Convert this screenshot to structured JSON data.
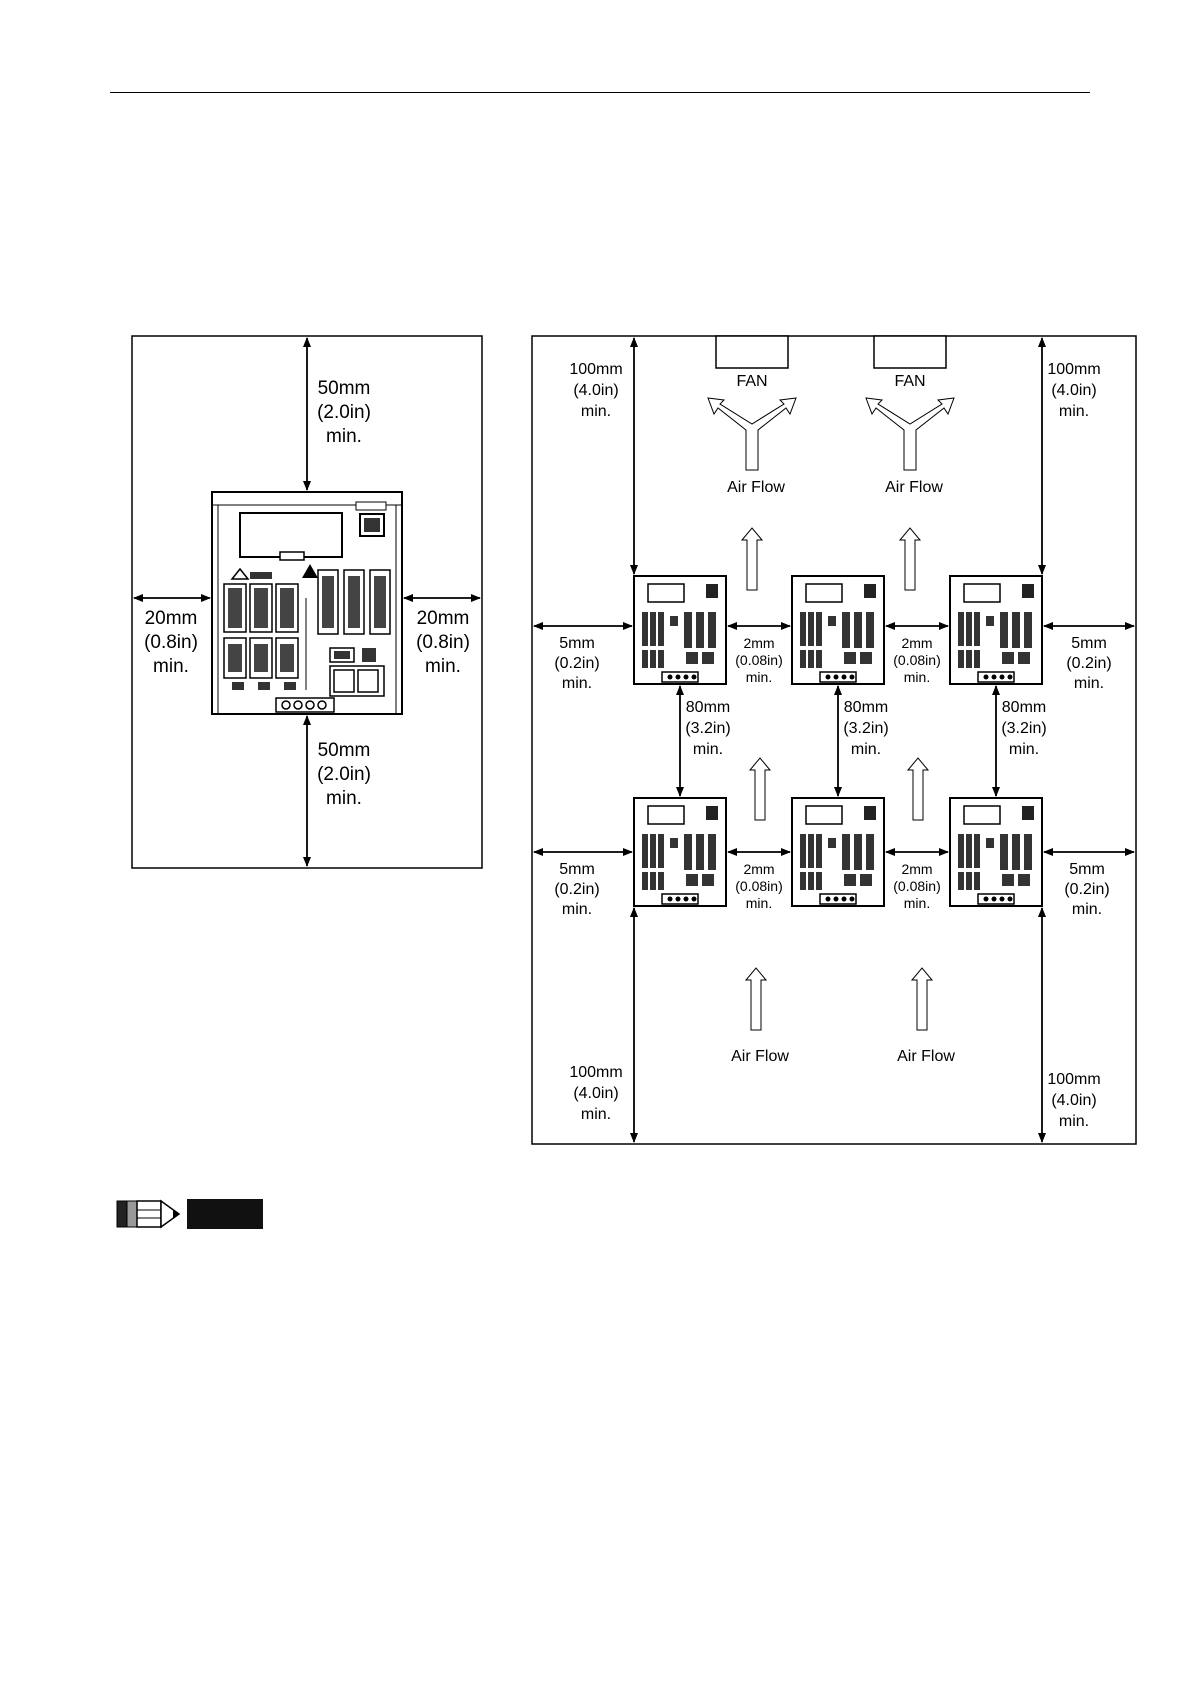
{
  "left_figure": {
    "top_clearance": [
      "50mm",
      "(2.0in)",
      "min."
    ],
    "bottom_clearance": [
      "50mm",
      "(2.0in)",
      "min."
    ],
    "left_clearance": [
      "20mm",
      "(0.8in)",
      "min."
    ],
    "right_clearance": [
      "20mm",
      "(0.8in)",
      "min."
    ]
  },
  "right_figure": {
    "fan_label": "FAN",
    "air_flow_label": "Air Flow",
    "top_left_clearance": [
      "100mm",
      "(4.0in)",
      "min."
    ],
    "top_right_clearance": [
      "100mm",
      "(4.0in)",
      "min."
    ],
    "bottom_left_clearance": [
      "100mm",
      "(4.0in)",
      "min."
    ],
    "bottom_right_clearance": [
      "100mm",
      "(4.0in)",
      "min."
    ],
    "side_clearance": [
      "5mm",
      "(0.2in)",
      "min."
    ],
    "between_clearance": [
      "2mm",
      "(0.08in)",
      "min."
    ],
    "row_clearance": [
      "80mm",
      "(3.2in)",
      "min."
    ]
  },
  "colors": {
    "ink": "#000000",
    "note_block": "#111111"
  },
  "icons": [
    "pencil-icon",
    "note-block"
  ]
}
